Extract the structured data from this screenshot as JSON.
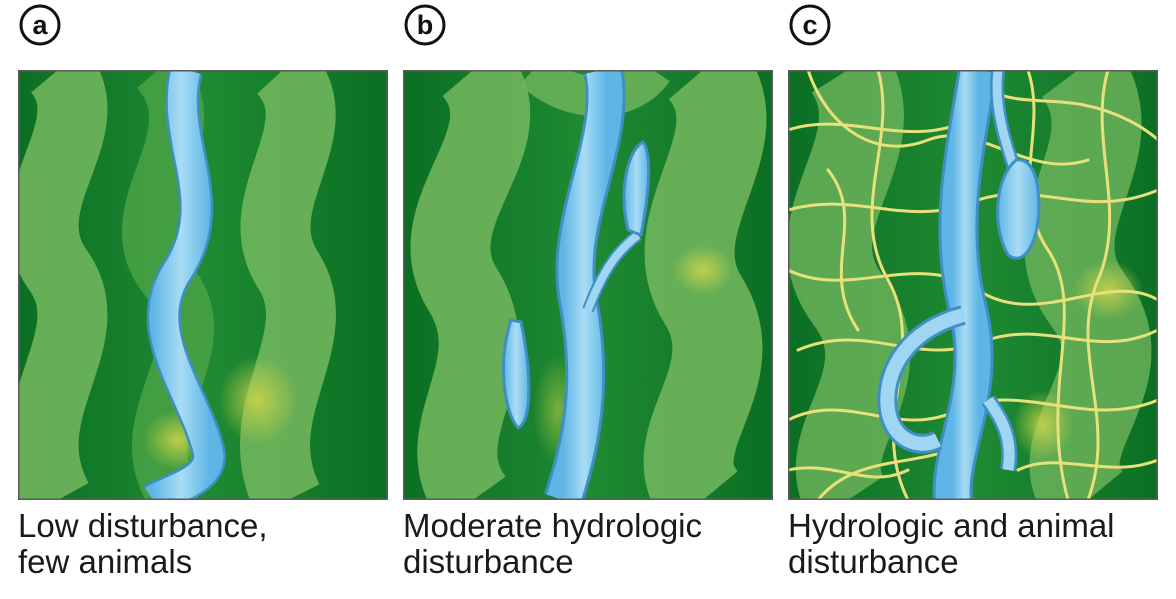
{
  "panels": [
    {
      "letter": "a",
      "caption_line1": "Low disturbance,",
      "caption_line2": "few animals"
    },
    {
      "letter": "b",
      "caption_line1": "Moderate hydrologic",
      "caption_line2": "disturbance"
    },
    {
      "letter": "c",
      "caption_line1": "Hydrologic and animal",
      "caption_line2": "disturbance"
    }
  ],
  "colors": {
    "dark_green": "#0d7a2a",
    "mid_green": "#2e9a3a",
    "light_band": "#6fb55c",
    "water": "#7ec8ee",
    "water_edge": "#3f8fc4",
    "yellow_trail": "#e8e07a",
    "frame": "#5a5a5a"
  }
}
